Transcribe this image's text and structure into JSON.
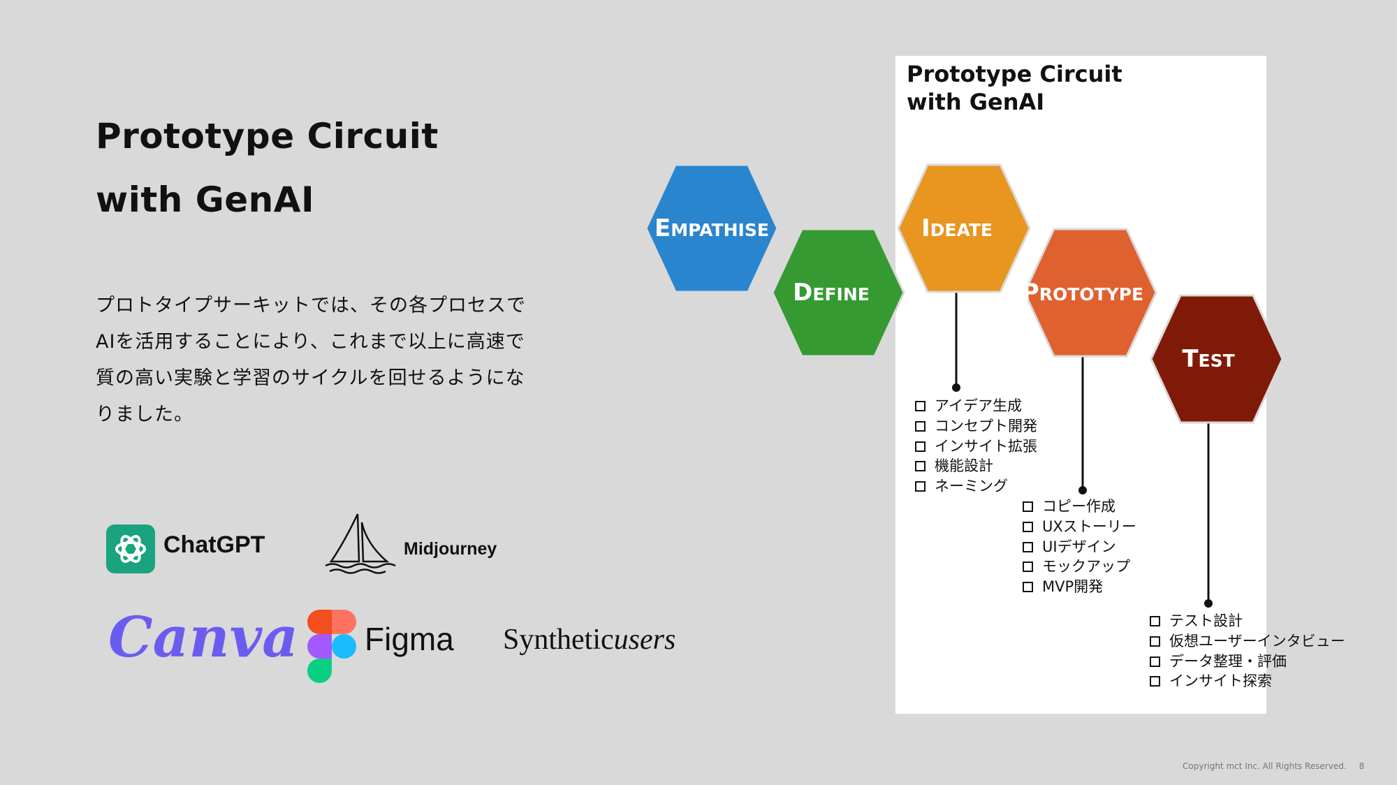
{
  "slide": {
    "title_lines": [
      "Prototype Circuit",
      "with GenAI"
    ],
    "body_lines": [
      "プロトタイプサーキットでは、その各プロセスで",
      "AIを活用することにより、これまで以上に高速で",
      "質の高い実験と学習のサイクルを回せるようにな",
      "りました。"
    ]
  },
  "logos": {
    "chatgpt": "ChatGPT",
    "midjourney": "Midjourney",
    "canva": "Canva",
    "figma": "Figma",
    "synthetic_main": "Synthetic",
    "synthetic_script": "users"
  },
  "panel": {
    "title_lines": [
      "Prototype Circuit",
      "with GenAI"
    ]
  },
  "stages": [
    {
      "label": "Empathise",
      "color": "#2a85cf"
    },
    {
      "label": "Define",
      "color": "#359a32"
    },
    {
      "label": "Ideate",
      "color": "#e8961f"
    },
    {
      "label": "Prototype",
      "color": "#e06130"
    },
    {
      "label": "Test",
      "color": "#7f1a09"
    }
  ],
  "tasks": {
    "ideate": [
      "アイデア生成",
      "コンセプト開発",
      "インサイト拡張",
      "機能設計",
      "ネーミング"
    ],
    "prototype": [
      "コピー作成",
      "UXストーリー",
      "UIデザイン",
      "モックアップ",
      "MVP開発"
    ],
    "test": [
      "テスト設計",
      "仮想ユーザーインタビュー",
      "データ整理・評価",
      "インサイト探索"
    ]
  },
  "footer": {
    "copyright": "Copyright mct Inc. All Rights Reserved.",
    "page": "8"
  }
}
